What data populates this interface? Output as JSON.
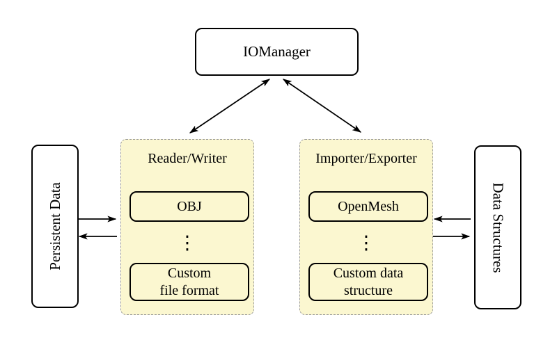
{
  "diagram": {
    "manager_node": {
      "label": "IOManager"
    },
    "persistent_node": {
      "label": "Persistent Data"
    },
    "data_structures_node": {
      "label": "Data Structures"
    },
    "reader_writer_panel": {
      "title": "Reader/Writer",
      "ellipsis": "⋮",
      "items": [
        {
          "lines": [
            "OBJ"
          ]
        },
        {
          "lines": [
            "Custom",
            "file format"
          ]
        }
      ]
    },
    "importer_exporter_panel": {
      "title": "Importer/Exporter",
      "ellipsis": "⋮",
      "items": [
        {
          "lines": [
            "OpenMesh"
          ]
        },
        {
          "lines": [
            "Custom data",
            "structure"
          ]
        }
      ]
    },
    "colors": {
      "background": "#ffffff",
      "panel_fill": "#FBF7D0",
      "panel_dashed_border": "#9b9b9b",
      "node_border": "#000000",
      "arrow": "#000000"
    }
  }
}
